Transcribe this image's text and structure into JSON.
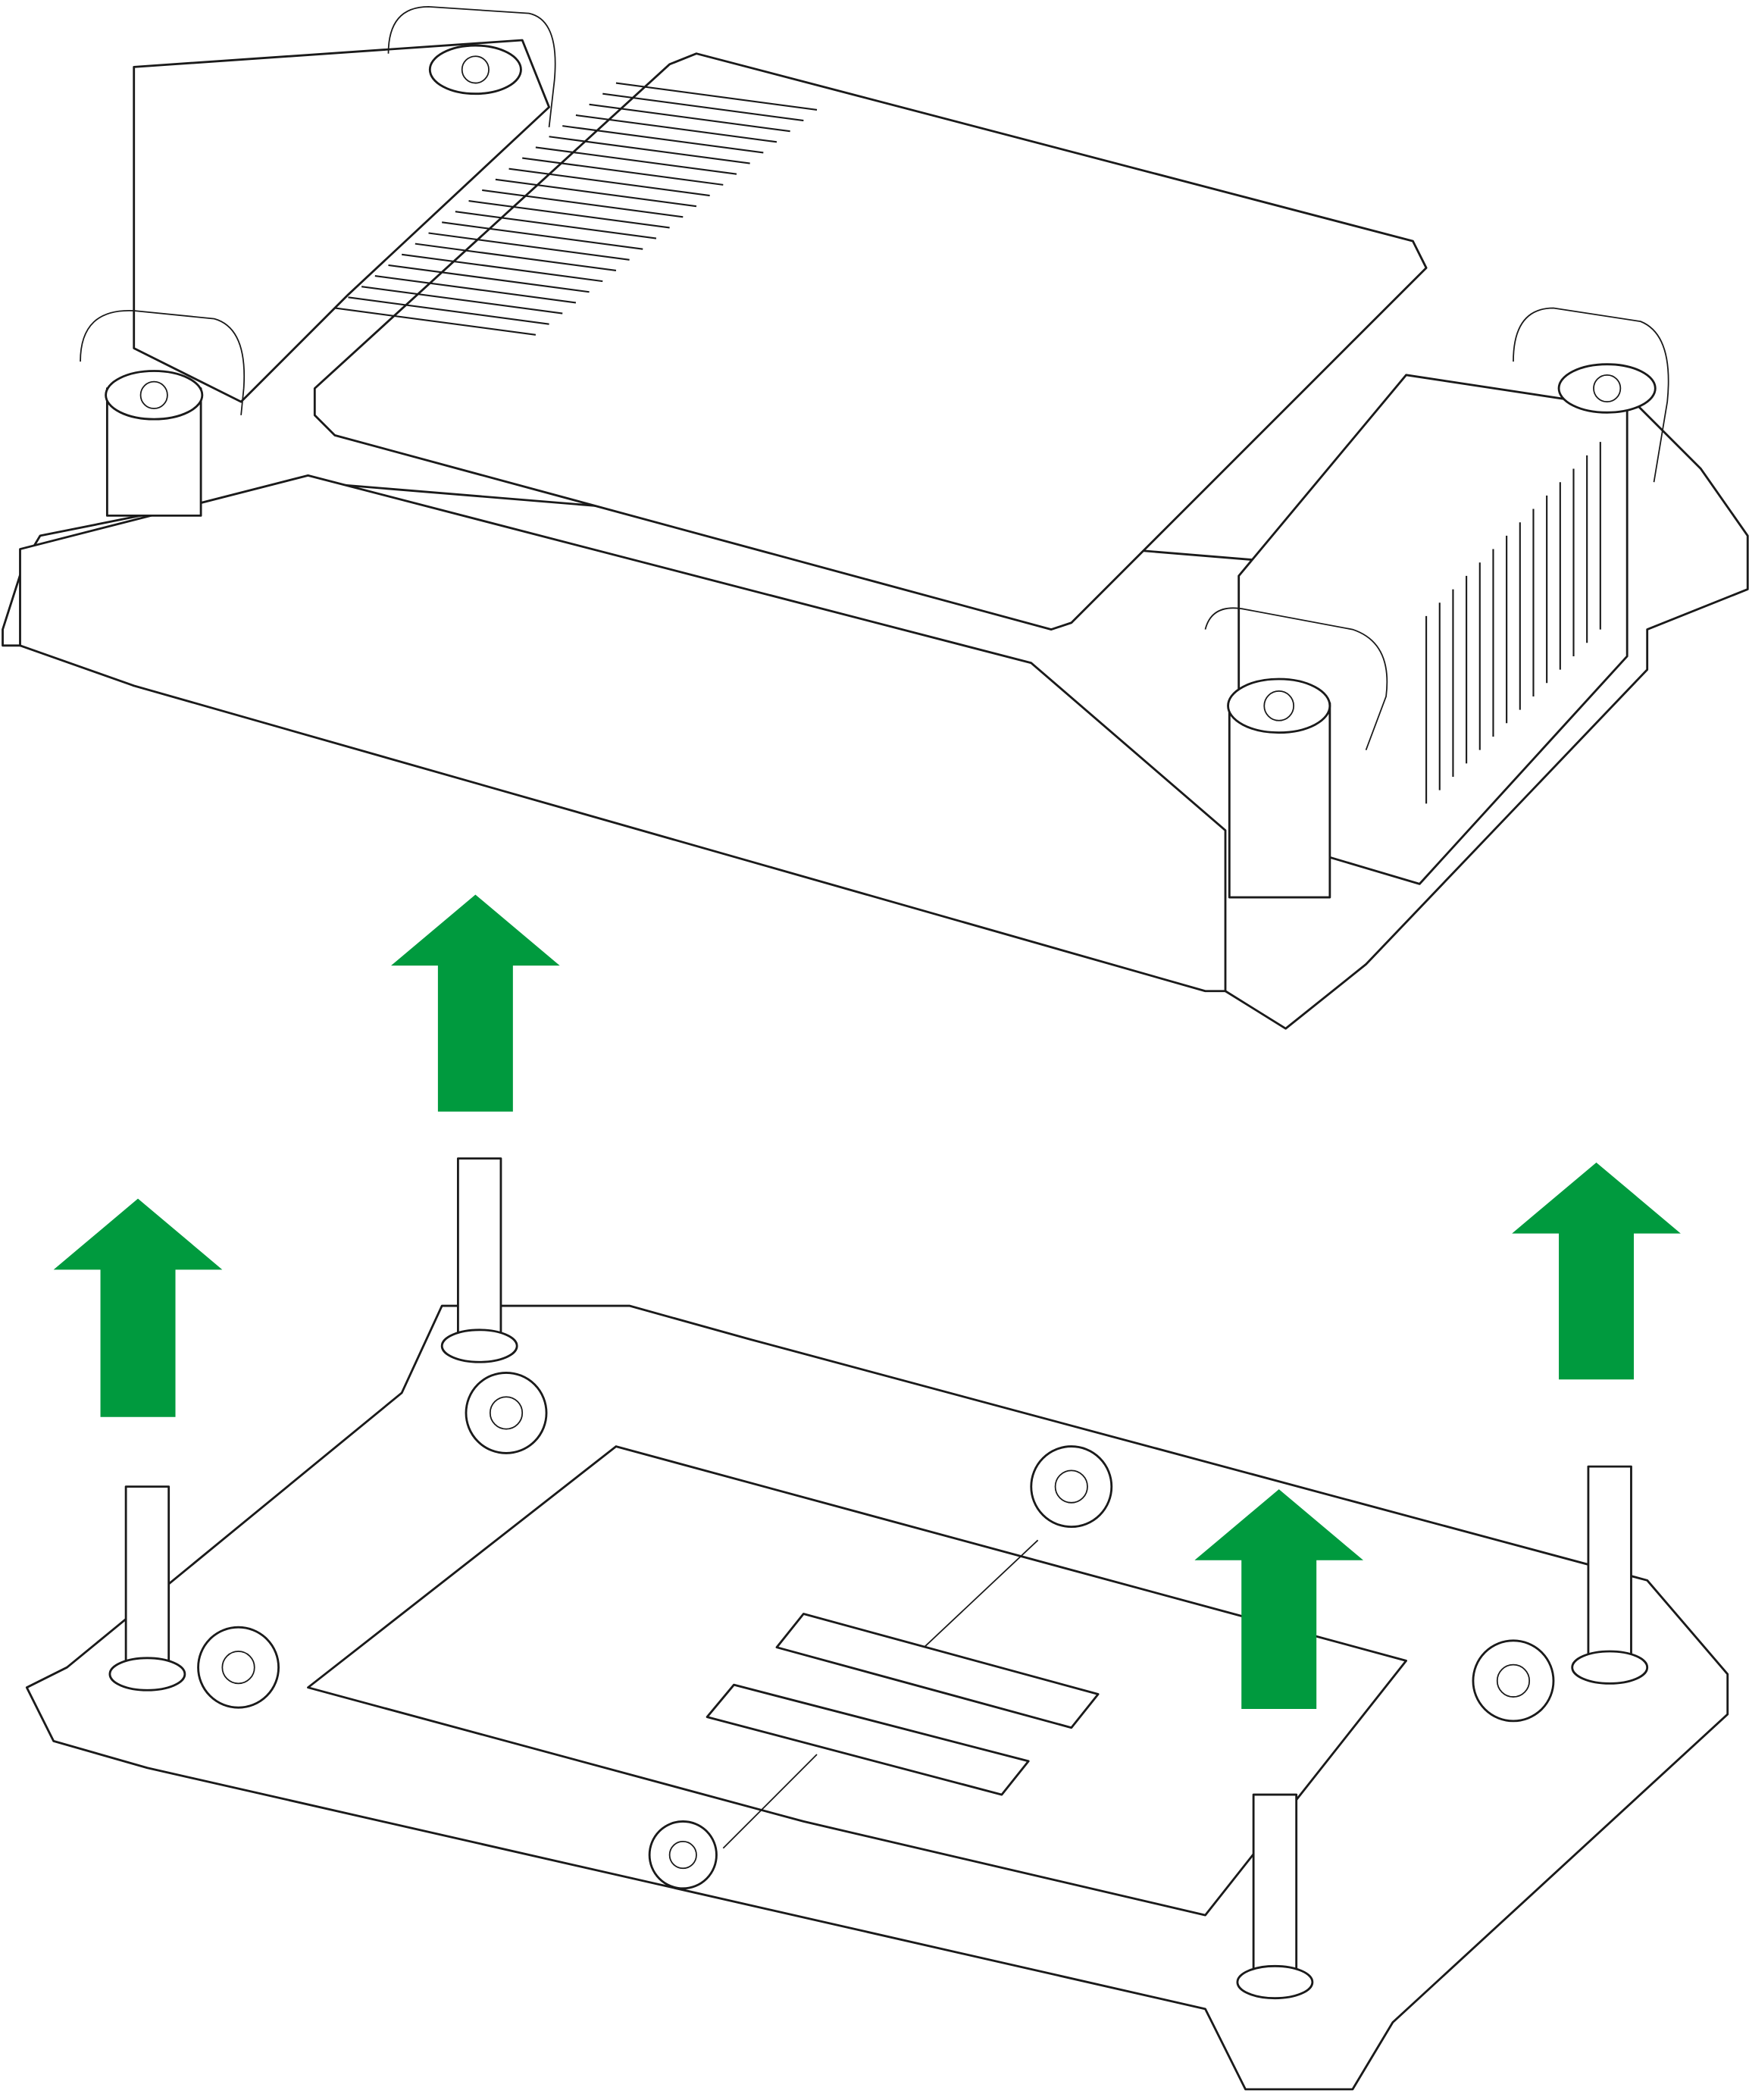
{
  "diagram": {
    "subject": "heatsink-removal",
    "arrow_color": "#009a3e",
    "line_color": "#1a1a1a",
    "background": "#ffffff",
    "arrows": [
      {
        "name": "arrow-up-heatsink",
        "direction": "up"
      },
      {
        "name": "arrow-up-left-rear",
        "direction": "up"
      },
      {
        "name": "arrow-up-right-rear",
        "direction": "up"
      },
      {
        "name": "arrow-up-center",
        "direction": "up"
      }
    ]
  }
}
